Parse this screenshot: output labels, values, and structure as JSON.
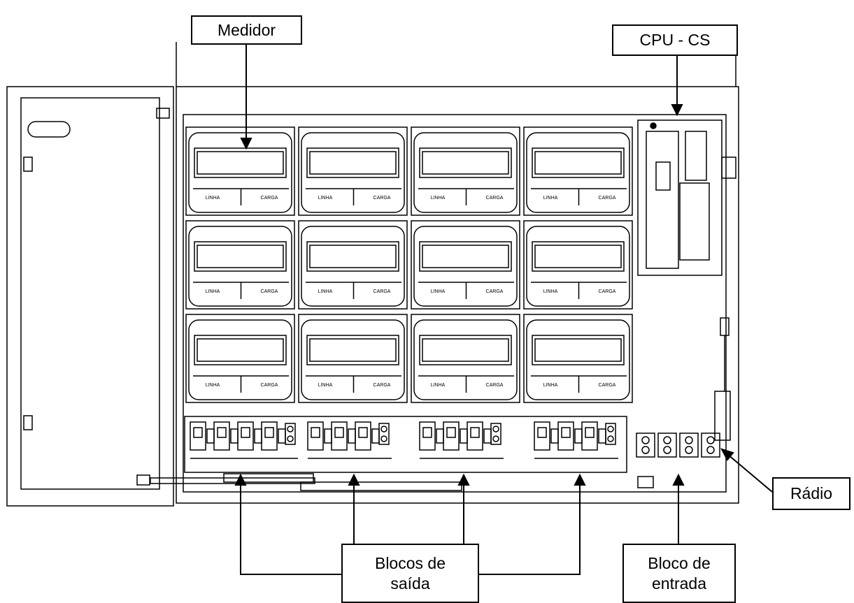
{
  "labels": {
    "meter": "Medidor",
    "cpu": "CPU - CS",
    "radio": "Rádio",
    "output_blocks": "Blocos de\nsaída",
    "input_block": "Bloco de\nentrada"
  },
  "meter_grid": {
    "rows": 3,
    "columns": 4
  },
  "meter_buttons": [
    "LINHA",
    "CARGA"
  ],
  "output_block_groups": [
    {
      "breakers": 4,
      "terminals": 1
    },
    {
      "breakers": 3,
      "terminals": 1
    },
    {
      "breakers": 3,
      "terminals": 1
    },
    {
      "breakers": 3,
      "terminals": 1
    }
  ],
  "input_block_terminals": 4,
  "colors": {
    "line": "#000000",
    "background": "#ffffff"
  }
}
